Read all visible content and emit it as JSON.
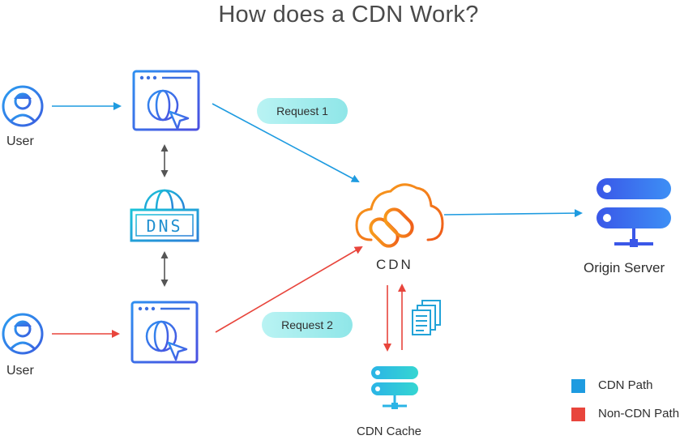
{
  "title": "How does a CDN Work?",
  "nodes": {
    "user_top": "User",
    "user_bottom": "User",
    "dns": "DNS",
    "cdn": "CDN",
    "origin": "Origin Server",
    "cache": "CDN Cache"
  },
  "requests": {
    "request1": "Request 1",
    "request2": "Request 2"
  },
  "legend": [
    {
      "label": "CDN Path",
      "color": "#1e9be0"
    },
    {
      "label": "Non-CDN Path",
      "color": "#e8453c"
    }
  ],
  "colors": {
    "cdn_path": "#1e9be0",
    "non_cdn_path": "#e8453c",
    "bidirectional": "#555555",
    "browser_stroke": "#3b6fe0",
    "dns_stroke": "#1fa3c6",
    "cdn_orange": "#f07a1a",
    "server_blue": "#3e6ff0",
    "cache_teal": "#2dc8dc"
  }
}
